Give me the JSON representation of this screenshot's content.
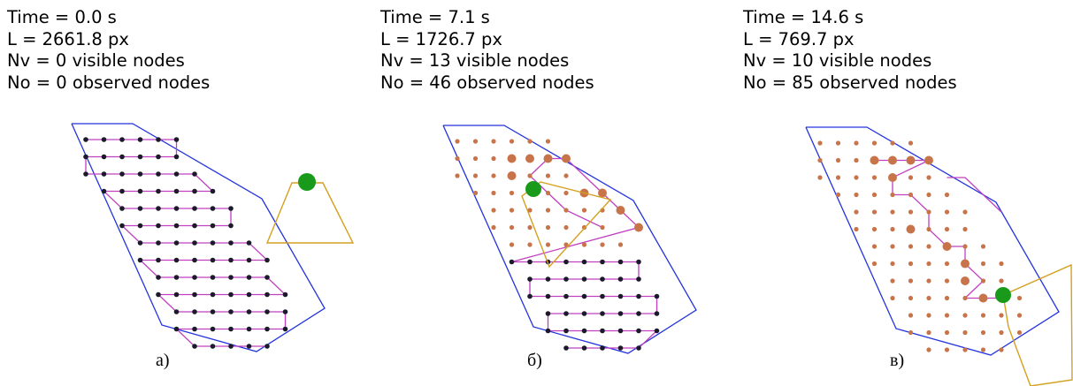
{
  "panels": [
    {
      "id": "a",
      "caption": "а)",
      "time": "Time = 0.0 s",
      "length": "L = 2661.8 px",
      "visible": "Nv = 0 visible nodes",
      "observed": "No = 0 observed nodes"
    },
    {
      "id": "b",
      "caption": "б)",
      "time": "Time = 7.1 s",
      "length": "L = 1726.7 px",
      "visible": "Nv = 13 visible nodes",
      "observed": "No = 46 observed nodes"
    },
    {
      "id": "c",
      "caption": "в)",
      "time": "Time = 14.6 s",
      "length": "L = 769.7 px",
      "visible": "Nv = 10 visible nodes",
      "observed": "No = 85 observed nodes"
    }
  ],
  "colors": {
    "region": "#2233dd",
    "path": "#c040c0",
    "unvisited": "#1a1a2a",
    "observed": "#c8744a",
    "visible": "#c8744a",
    "robot": "#1a9a1a",
    "fov": "#d4a020"
  }
}
